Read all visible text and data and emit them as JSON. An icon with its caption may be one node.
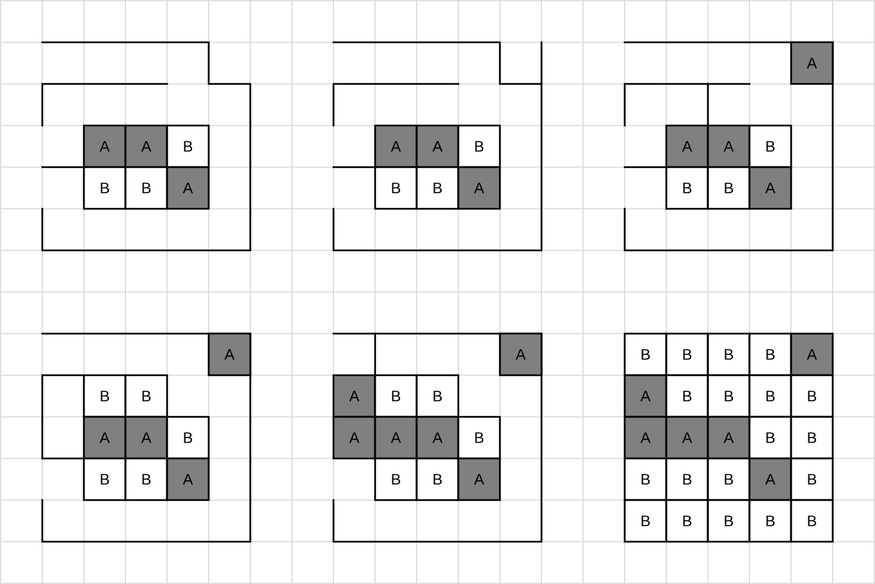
{
  "diagram": {
    "nodes": [
      {
        "text": [
          "A"
        ]
      },
      {
        "text": [
          "A"
        ]
      },
      {
        "text": [
          "B"
        ]
      },
      {
        "text": [
          "B"
        ]
      },
      {
        "text": [
          "B"
        ]
      },
      {
        "text": [
          "A"
        ]
      },
      {
        "text": [
          "A"
        ]
      },
      {
        "text": [
          "A"
        ]
      },
      {
        "text": [
          "B"
        ]
      },
      {
        "text": [
          "B"
        ]
      },
      {
        "text": [
          "B"
        ]
      },
      {
        "text": [
          "A"
        ]
      },
      {
        "text": [
          "A"
        ]
      },
      {
        "text": [
          "A"
        ]
      },
      {
        "text": [
          "A"
        ]
      },
      {
        "text": [
          "B"
        ]
      },
      {
        "text": [
          "B"
        ]
      },
      {
        "text": [
          "B"
        ]
      },
      {
        "text": [
          "A"
        ]
      },
      {
        "text": [
          "A"
        ]
      },
      {
        "text": [
          "B"
        ]
      },
      {
        "text": [
          "B"
        ]
      },
      {
        "text": [
          "A"
        ]
      },
      {
        "text": [
          "A"
        ]
      },
      {
        "text": [
          "B"
        ]
      },
      {
        "text": [
          "B"
        ]
      },
      {
        "text": [
          "B"
        ]
      },
      {
        "text": [
          "A"
        ]
      },
      {
        "text": [
          "A"
        ]
      },
      {
        "text": [
          "A"
        ]
      },
      {
        "text": [
          "B"
        ]
      },
      {
        "text": [
          "B"
        ]
      },
      {
        "text": [
          "A"
        ]
      },
      {
        "text": [
          "A"
        ]
      },
      {
        "text": [
          "A"
        ]
      },
      {
        "text": [
          "B"
        ]
      },
      {
        "text": [
          "B"
        ]
      },
      {
        "text": [
          "B"
        ]
      },
      {
        "text": [
          "A"
        ]
      },
      {
        "text": [
          "B"
        ]
      },
      {
        "text": [
          "B"
        ]
      },
      {
        "text": [
          "B"
        ]
      },
      {
        "text": [
          "B"
        ]
      },
      {
        "text": [
          "A"
        ]
      },
      {
        "text": [
          "A"
        ]
      },
      {
        "text": [
          "B"
        ]
      },
      {
        "text": [
          "B"
        ]
      },
      {
        "text": [
          "B"
        ]
      },
      {
        "text": [
          "B"
        ]
      },
      {
        "text": [
          "A"
        ]
      },
      {
        "text": [
          "A"
        ]
      },
      {
        "text": [
          "A"
        ]
      },
      {
        "text": [
          "B"
        ]
      },
      {
        "text": [
          "B"
        ]
      },
      {
        "text": [
          "B"
        ]
      },
      {
        "text": [
          "B"
        ]
      },
      {
        "text": [
          "B"
        ]
      },
      {
        "text": [
          "A"
        ]
      },
      {
        "text": [
          "B"
        ]
      },
      {
        "text": [
          "B"
        ]
      },
      {
        "text": [
          "B"
        ]
      },
      {
        "text": [
          "B"
        ]
      },
      {
        "text": [
          "B"
        ]
      },
      {
        "text": [
          "B"
        ]
      }
    ]
  }
}
